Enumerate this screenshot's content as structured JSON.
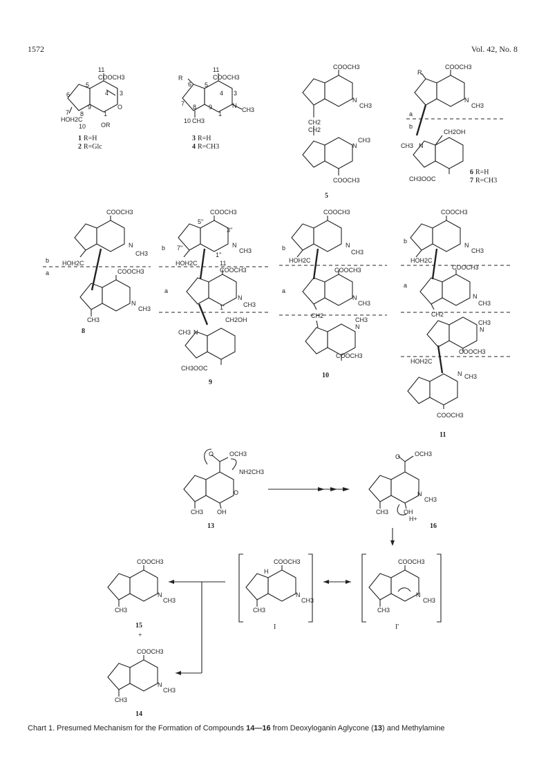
{
  "header": {
    "page_number": "1572",
    "journal": "Vol. 42, No. 8"
  },
  "groups": {
    "coome": "COOCH3",
    "meooc": "CH3OOC",
    "me": "CH3",
    "ch2": "CH2",
    "ch2oh": "CH2OH",
    "hoh2c": "HOH2C",
    "n": "N",
    "o": "O",
    "or": "OR",
    "oh": "OH",
    "r": "R",
    "h": "H",
    "hplus": "H+",
    "nh2ch3": "NH2CH3",
    "och3": "OCH3",
    "plus_sign": "+",
    "region_a": "a",
    "region_b": "b"
  },
  "numbering": {
    "c11": "11",
    "c6": "6",
    "c5": "5",
    "c4": "4",
    "c3": "3",
    "c7": "7",
    "c9": "9",
    "c8": "8",
    "c1": "1",
    "c10": "10",
    "c5pp": "5''",
    "c3pp": "3''",
    "c7pp": "7''",
    "c1pp": "1''",
    "c1p": "1'"
  },
  "compounds": {
    "c1": {
      "number": "1",
      "rgroup": "R=H"
    },
    "c2": {
      "number": "2",
      "rgroup": "R=Glc"
    },
    "c3": {
      "number": "3",
      "rgroup": "R=H"
    },
    "c4": {
      "number": "4",
      "rgroup": "R=CH3"
    },
    "c5": {
      "number": "5"
    },
    "c6": {
      "number": "6",
      "rgroup": "R=H"
    },
    "c7": {
      "number": "7",
      "rgroup": "R=CH3"
    },
    "c8": {
      "number": "8"
    },
    "c9": {
      "number": "9"
    },
    "c10": {
      "number": "10"
    },
    "c11": {
      "number": "11"
    },
    "c13": {
      "number": "13"
    },
    "c16": {
      "number": "16"
    },
    "c15": {
      "number": "15"
    },
    "c14": {
      "number": "14"
    },
    "cI": {
      "number": "I"
    },
    "cIp": {
      "number": "I'"
    }
  },
  "caption": {
    "prefix": "Chart 1.  Presumed Mechanism for the Formation of Compounds ",
    "range_start": "14",
    "dash": "—",
    "range_end": "16",
    "middle": " from Deoxyloganin Aglycone (",
    "agly": "13",
    "suffix": ") and Methylamine"
  }
}
